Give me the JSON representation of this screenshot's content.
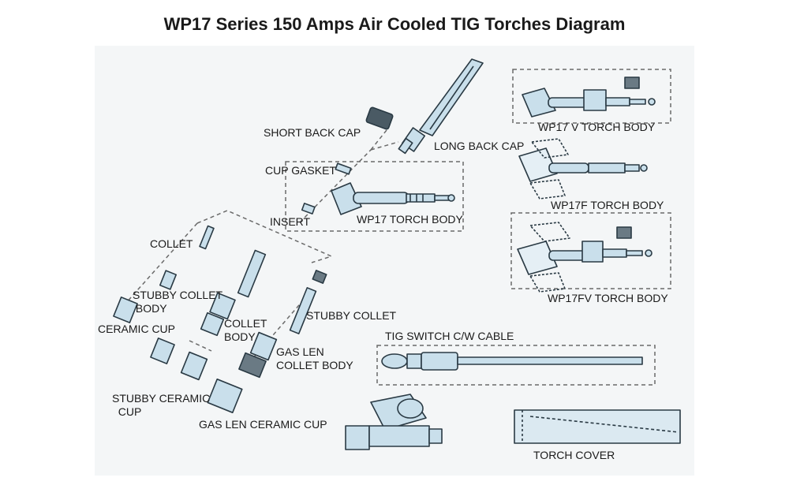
{
  "title": "WP17 Series 150 Amps Air Cooled TIG Torches Diagram",
  "labels": {
    "short_back_cap": "SHORT BACK CAP",
    "long_back_cap": "LONG BACK CAP",
    "cup_gasket": "CUP GASKET",
    "insert": "INSERT",
    "wp17_torch_body": "WP17 TORCH BODY",
    "collet": "COLLET",
    "stubby_collet_body": "STUBBY COLLET\n BODY",
    "ceramic_cup": "CERAMIC CUP",
    "collet_body": "COLLET\nBODY",
    "stubby_collet": "STUBBY COLLET",
    "gas_len_collet_body": "GAS LEN\nCOLLET BODY",
    "stubby_ceramic_cup": "STUBBY CERAMIC\n  CUP",
    "gas_len_ceramic_cup": "GAS LEN CERAMIC CUP",
    "tig_switch": "TIG SWITCH C/W CABLE",
    "torch_cover": "TORCH COVER",
    "wp17v_torch_body": "WP17 V TORCH BODY",
    "wp17f_torch_body": "WP17F TORCH BODY",
    "wp17fv_torch_body": "WP17FV TORCH BODY"
  },
  "colors": {
    "part_fill": "#c9dfeb",
    "part_stroke": "#2a3a44",
    "dash_stroke": "#6a6a6a",
    "background": "#f4f6f7"
  }
}
